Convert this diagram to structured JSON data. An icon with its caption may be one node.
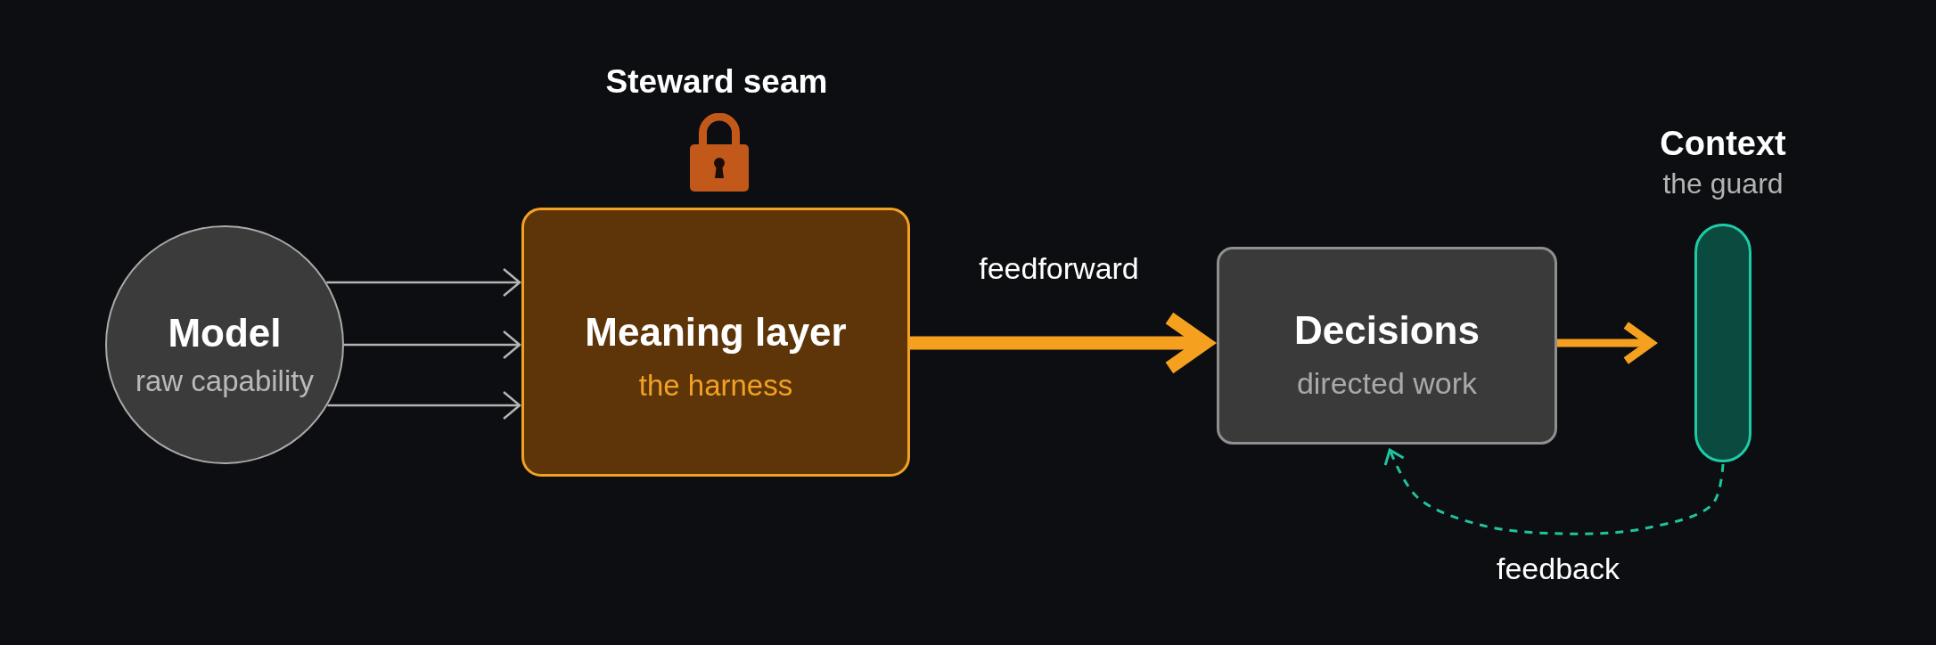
{
  "diagram": {
    "nodes": [
      {
        "text": [
          "Model",
          "raw capability"
        ]
      },
      {
        "text": [
          "Meaning layer",
          "the harness"
        ]
      },
      {
        "text": [
          "Decisions",
          "directed work"
        ]
      },
      {
        "text": [
          "Context",
          "the guard"
        ]
      }
    ],
    "edges": [
      {
        "from": 0,
        "to": 1,
        "arrow": "to"
      },
      {
        "from": 0,
        "to": 1,
        "arrow": "to"
      },
      {
        "from": 0,
        "to": 1,
        "arrow": "to"
      },
      {
        "from": 1,
        "to": 2,
        "arrow": "to",
        "label": "feedforward",
        "style": "thick",
        "color": "#f5a11f"
      },
      {
        "from": 2,
        "to": 3,
        "arrow": "to",
        "style": "thick",
        "color": "#f5a11f"
      },
      {
        "from": 3,
        "to": 2,
        "arrow": "to",
        "label": "feedback",
        "style": "dashed",
        "color": "#1ec4a1"
      }
    ],
    "labels": [
      "Steward seam"
    ]
  }
}
